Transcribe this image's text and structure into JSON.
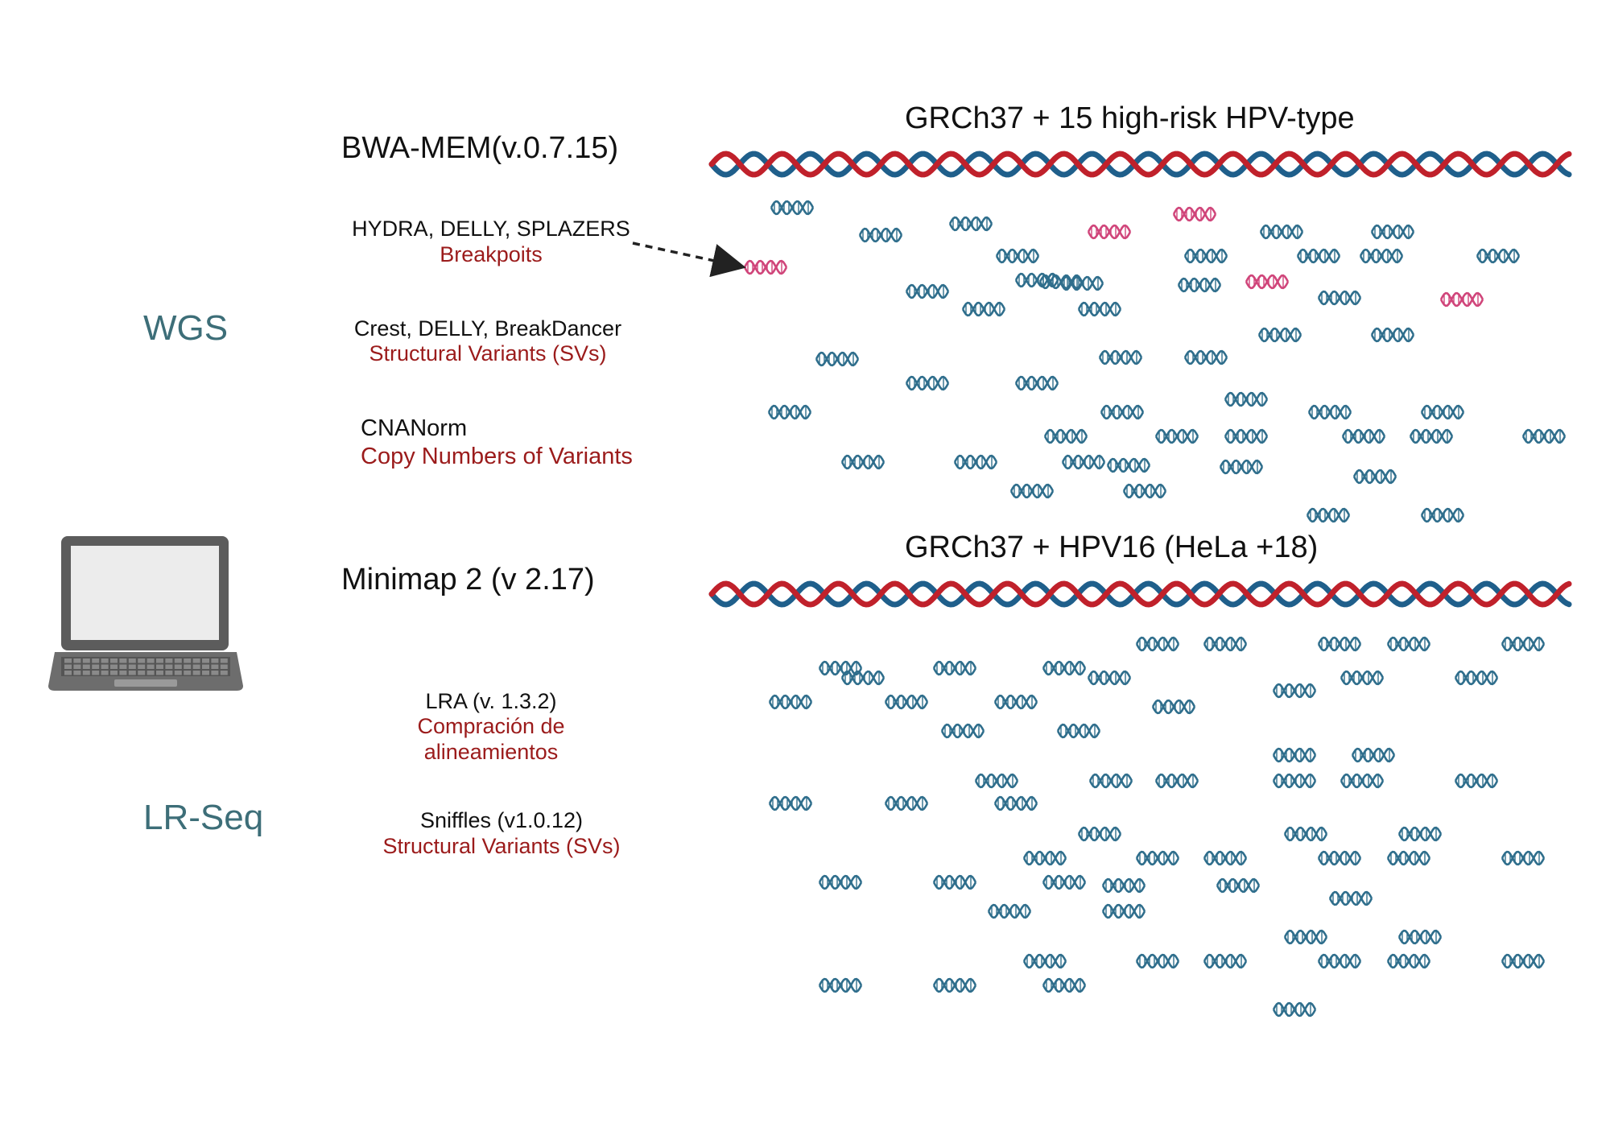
{
  "colors": {
    "helix_red": "#c0212b",
    "helix_blue": "#1f5f8b",
    "read_blue": "#2f6e8c",
    "read_pink": "#d0457a",
    "method_teal": "#3d6e78",
    "note_red": "#9b1b1b",
    "divider": "#222222"
  },
  "icons": [
    "laptop-icon",
    "dna-helix-icon",
    "dna-read-icon",
    "dashed-arrow-icon"
  ],
  "wgs": {
    "label": "WGS",
    "aligner": "BWA-MEM(v.0.7.15)",
    "reference": "GRCh37 + 15 high-risk HPV-type",
    "tools": [
      {
        "name": "HYDRA, DELLY, SPLAZERS",
        "result": "Breakpoits"
      },
      {
        "name": "Crest, DELLY, BreakDancer",
        "result": "Structural Variants (SVs)"
      },
      {
        "name": "CNANorm",
        "result": "Copy Numbers of Variants"
      }
    ]
  },
  "lrseq": {
    "label": "LR-Seq",
    "aligner": "Minimap 2 (v 2.17)",
    "reference": "GRCh37 + HPV16 (HeLa +18)",
    "tools": [
      {
        "name": "LRA (v. 1.3.2)",
        "result_line1": "Compración de",
        "result_line2": "alineamientos"
      },
      {
        "name": "Sniffles (v1.0.12)",
        "result": "Structural Variants (SVs)"
      }
    ]
  }
}
